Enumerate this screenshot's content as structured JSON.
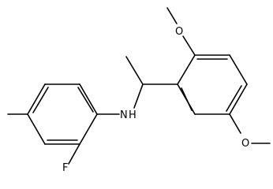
{
  "molecule": {
    "atoms": {
      "nitrogen": "N",
      "hydrogen": "H",
      "fluorine": "F",
      "oxygen_top": "O",
      "oxygen_bottom": "O"
    }
  }
}
